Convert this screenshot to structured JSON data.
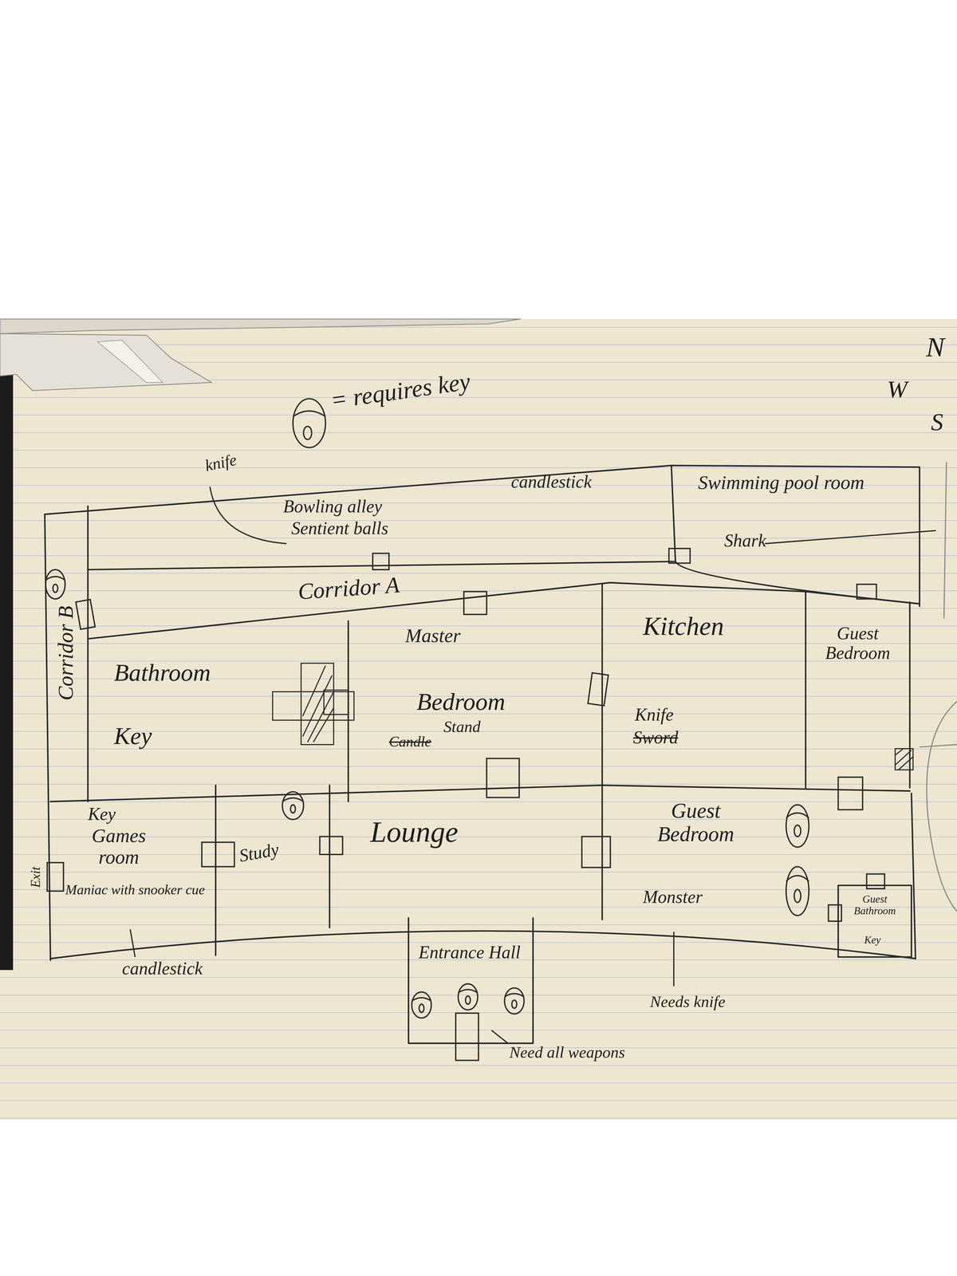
{
  "diagram": {
    "nodes": [
      {
        "text": [
          "Bowling alley",
          "Sentient balls",
          "candlestick"
        ]
      },
      {
        "text": [
          "Swimming pool room",
          "Shark"
        ]
      },
      {
        "text": [
          "Corridor B"
        ]
      },
      {
        "text": [
          "Corridor A"
        ]
      },
      {
        "text": [
          "Bathroom",
          "Key"
        ]
      },
      {
        "text": [
          "Master",
          "Bedroom",
          "Stand",
          "Candle"
        ]
      },
      {
        "text": [
          "Kitchen",
          "Knife",
          "Sword"
        ]
      },
      {
        "text": [
          "Guest Bedroom"
        ]
      },
      {
        "text": [
          "Key",
          "Games room",
          "Maniac with snooker cue"
        ]
      },
      {
        "text": [
          "Study"
        ]
      },
      {
        "text": [
          "Lounge"
        ]
      },
      {
        "text": [
          "Guest Bedroom",
          "Monster"
        ]
      },
      {
        "text": [
          "Guest Bathroom",
          "Key"
        ],
        "in": 11
      },
      {
        "text": [
          "Entrance Hall"
        ]
      }
    ],
    "labels": [
      "knife",
      "candlestick",
      "Exit",
      "Needs knife",
      "Need all weapons",
      "N",
      "W",
      "S"
    ],
    "legend": [
      {
        "text": "= requires key"
      }
    ]
  }
}
